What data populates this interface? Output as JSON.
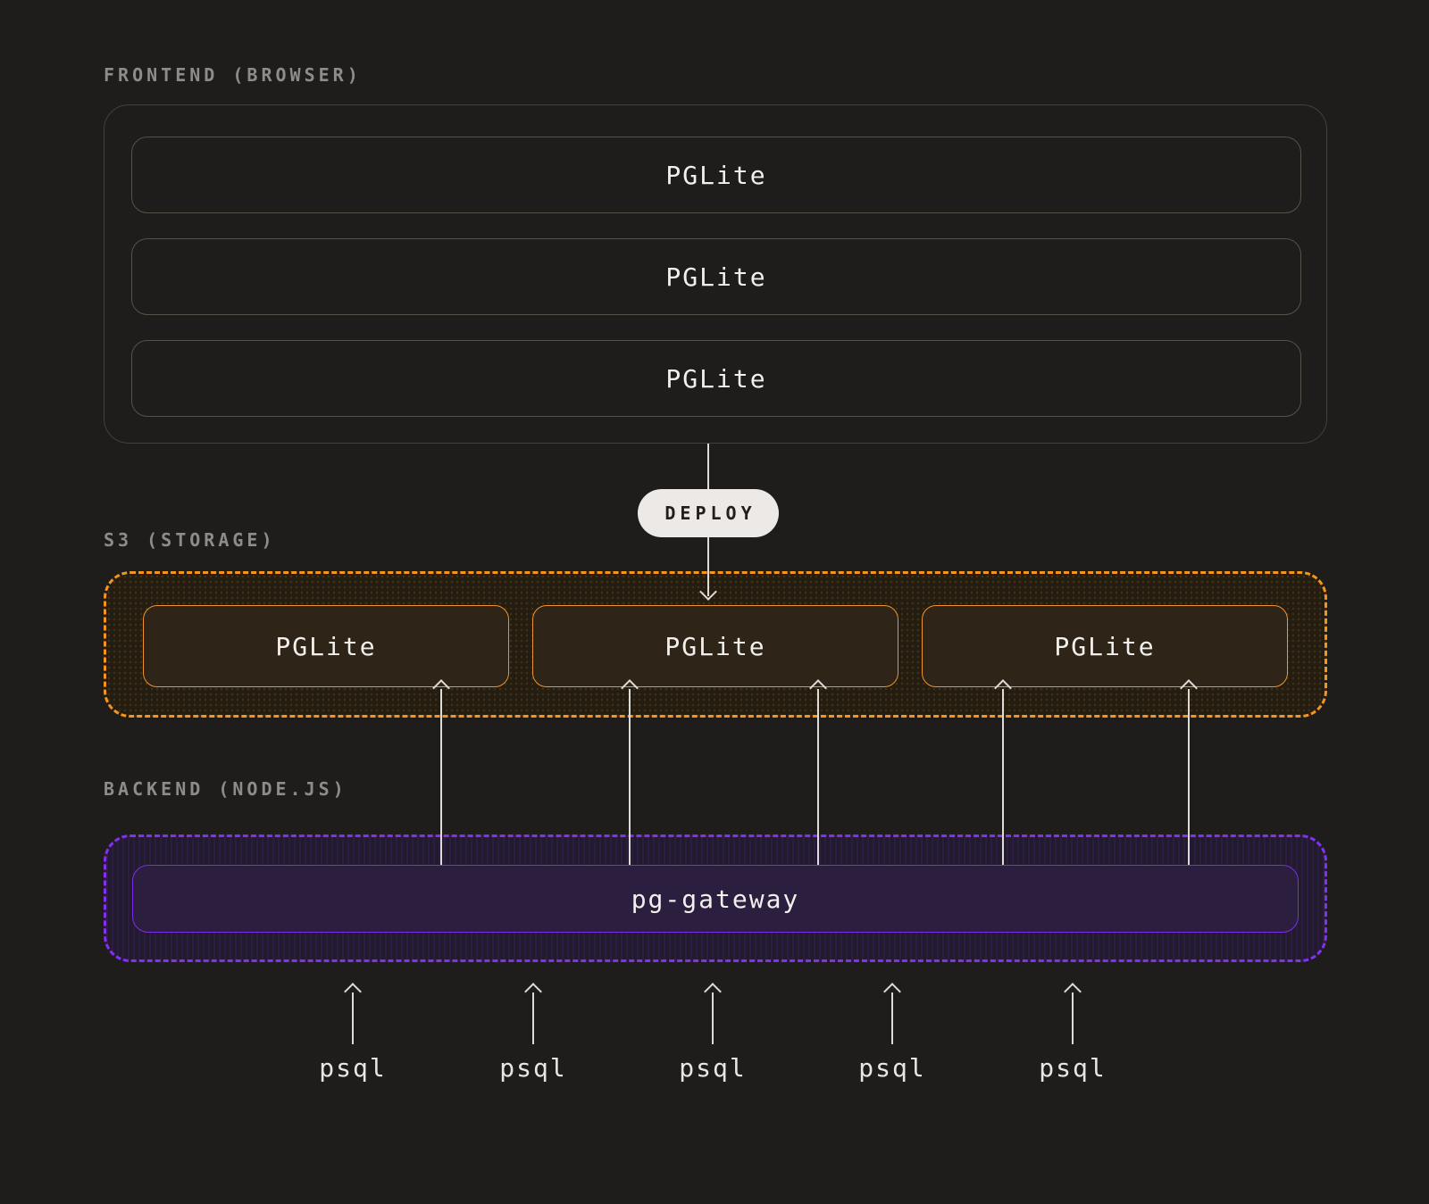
{
  "colors": {
    "background": "#1e1d1b",
    "accent_orange": "#f6941d",
    "accent_purple": "#8430f2",
    "arrow": "#dedcd9",
    "deploy_pill_bg": "#ece9e6",
    "label_gray": "#8f8c88",
    "node_text": "#f2f0ec"
  },
  "sections": {
    "frontend": {
      "label": "FRONTEND (BROWSER)",
      "nodes": [
        "PGLite",
        "PGLite",
        "PGLite"
      ]
    },
    "s3": {
      "label": "S3 (STORAGE)",
      "nodes": [
        "PGLite",
        "PGLite",
        "PGLite"
      ]
    },
    "backend": {
      "label": "BACKEND (NODE.JS)",
      "node": "pg-gateway"
    }
  },
  "deploy_badge": "DEPLOY",
  "clients": [
    "psql",
    "psql",
    "psql",
    "psql",
    "psql"
  ]
}
